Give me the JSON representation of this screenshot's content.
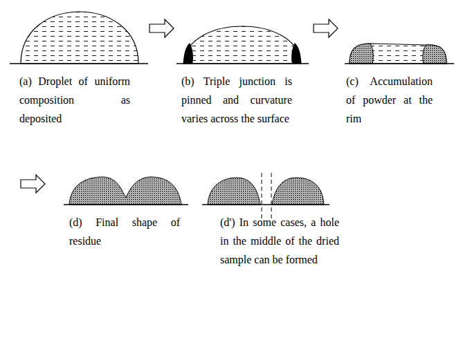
{
  "diagram": {
    "labels": [
      "(a) Droplet of uniform composition as deposited",
      "(b) Triple junction is pinned and curvature varies across the surface",
      "(c) Accumulation of powder at the rim",
      "(d) Final shape of residue",
      "(d') In some cases, a hole in the middle of the dried sample can be formed"
    ]
  }
}
